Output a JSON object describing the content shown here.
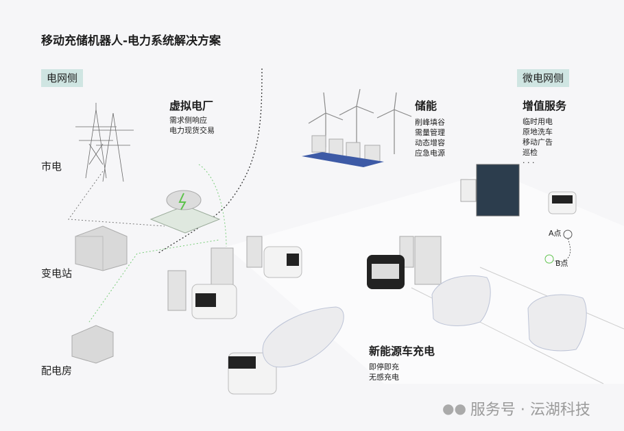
{
  "title": "移动充储机器人-电力系统解决方案",
  "grid_side": {
    "tag": "电网侧",
    "labels": [
      "市电",
      "变电站",
      "配电房"
    ]
  },
  "vpp": {
    "heading": "虚拟电厂",
    "items": [
      "需求侧响应",
      "电力现货交易"
    ]
  },
  "storage": {
    "heading": "储能",
    "items": [
      "削峰填谷",
      "需量管理",
      "动态增容",
      "应急电源"
    ]
  },
  "microgrid": {
    "tag": "微电网侧",
    "heading": "增值服务",
    "items": [
      "临时用电",
      "原地洗车",
      "移动广告",
      "巡检",
      "· · ·"
    ]
  },
  "ev": {
    "heading": "新能源车充电",
    "items": [
      "即停即充",
      "无感充电"
    ]
  },
  "points": {
    "a": "A点",
    "b": "B点"
  },
  "watermark": "服务号 · 沄湖科技",
  "colors": {
    "tag_bg": "#cfe5e2",
    "accent_green": "#5cc24a"
  }
}
